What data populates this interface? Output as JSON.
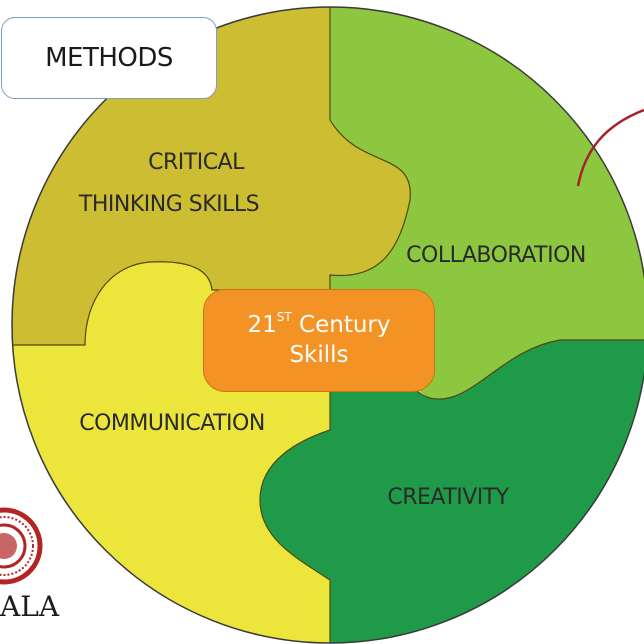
{
  "header": {
    "methods_label": "METHODS"
  },
  "pieces": {
    "critical_thinking": {
      "line1": "CRITICAL",
      "line2": "THINKING SKILLS",
      "color": "#cdbd32"
    },
    "collaboration": {
      "label": "COLLABORATION",
      "color": "#8dc63f"
    },
    "communication": {
      "label": "COMMUNICATION",
      "color": "#ebe53c"
    },
    "creativity": {
      "label": "CREATIVITY",
      "color": "#1f9a49"
    }
  },
  "center": {
    "prefix": "21",
    "superscript": "ST",
    "suffix": "Century",
    "line2": "Skills",
    "color": "#f39325"
  },
  "logo": {
    "partial_text": "ALA",
    "seal_color": "#b32424"
  },
  "annotation": {
    "arc_color": "#a3232b"
  }
}
